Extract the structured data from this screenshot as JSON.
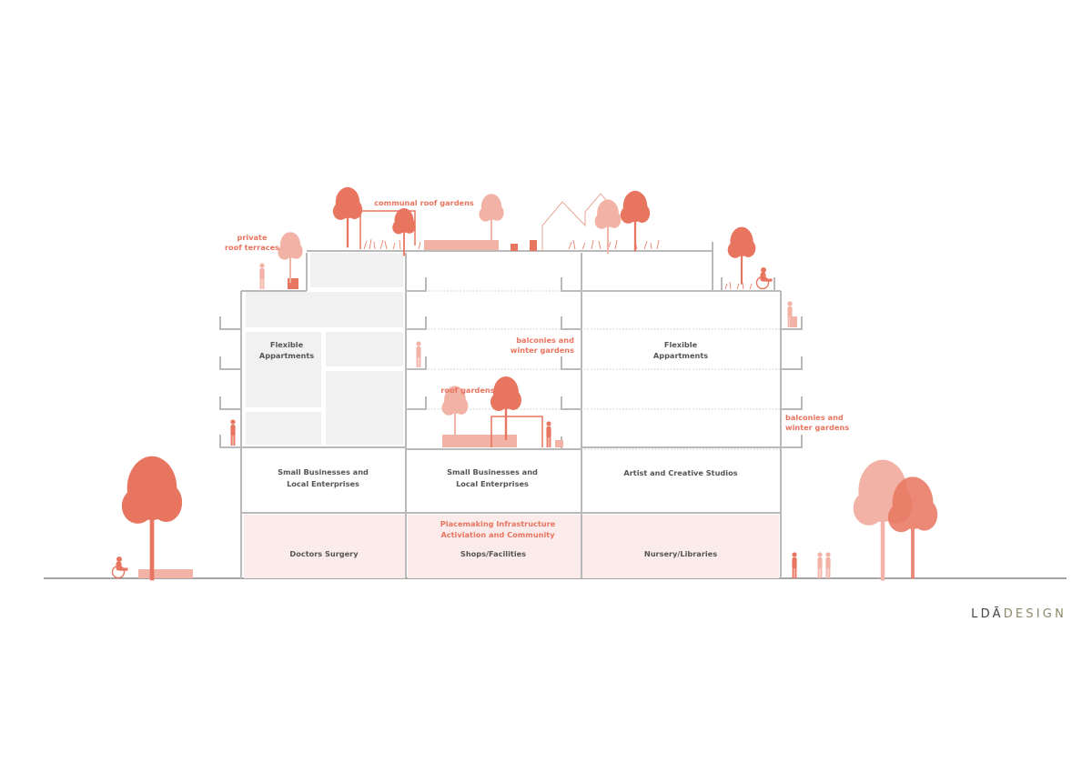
{
  "colors": {
    "accent": "#e8755f",
    "accent_light": "#f2b3a6",
    "ground_floor_fill": "#fbeceb",
    "structure": "#b9b9b9",
    "apartment_block": "#f1f1f1",
    "label_text": "#555555",
    "logo_dark": "#444444",
    "logo_olive": "#8e8a6c"
  },
  "annotations": {
    "communal_roof_gardens": "communal roof gardens",
    "private_roof_terraces": [
      "private",
      "roof terraces"
    ],
    "balconies_winter_gardens_mid": [
      "balconies and",
      "winter gardens"
    ],
    "balconies_winter_gardens_right": [
      "balconies and",
      "winter gardens"
    ],
    "roof_gardens": "roof gardens",
    "placemaking": [
      "Placemaking Infrastructure",
      "Activiation and Community"
    ]
  },
  "spaces": {
    "flexible_apartments_left": [
      "Flexible",
      "Appartments"
    ],
    "flexible_apartments_right": [
      "Flexible",
      "Appartments"
    ],
    "small_businesses_left": [
      "Small Businesses and",
      "Local Enterprises"
    ],
    "small_businesses_mid": [
      "Small Businesses and",
      "Local Enterprises"
    ],
    "artist_studios": "Artist and Creative Studios",
    "doctors_surgery": "Doctors Surgery",
    "shops_facilities": "Shops/Facilities",
    "nursery_libraries": "Nursery/Libraries"
  },
  "logo": {
    "part1": "LDĀ",
    "part2": "DESIGN"
  },
  "icons": [
    "tree-icon",
    "person-icon",
    "wheelchair-user-icon",
    "bench-icon",
    "glasshouse-icon",
    "planter-icon"
  ]
}
